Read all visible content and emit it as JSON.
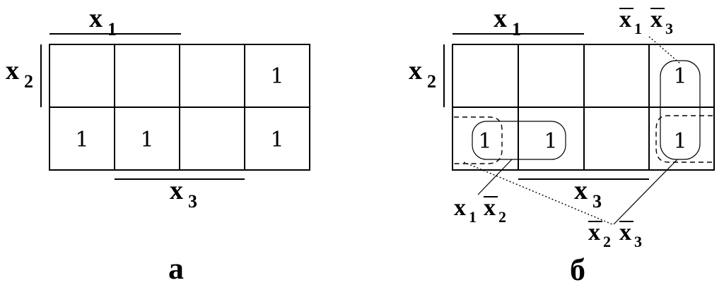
{
  "diagram_a": {
    "caption": "а",
    "top_var": "x",
    "top_sub": "1",
    "left_var": "x",
    "left_sub": "2",
    "bottom_var": "x",
    "bottom_sub": "3",
    "row1": [
      "",
      "",
      "",
      "1"
    ],
    "row2": [
      "1",
      "1",
      "",
      "1"
    ]
  },
  "diagram_b": {
    "caption": "б",
    "top_var": "x",
    "top_sub": "1",
    "left_var": "x",
    "left_sub": "2",
    "bottom_var": "x",
    "bottom_sub": "3",
    "row1": [
      "",
      "",
      "",
      "1"
    ],
    "row2": [
      "1",
      "1",
      "",
      "1"
    ],
    "term_x1nx3": {
      "v1": "x",
      "s1": "1",
      "v2": "x",
      "s2": "3"
    },
    "term_x1nx2": {
      "v1": "x",
      "s1": "1",
      "v2": "x",
      "s2": "2"
    },
    "term_nx2nx3": {
      "v1": "x",
      "s1": "2",
      "v2": "x",
      "s2": "3"
    }
  }
}
